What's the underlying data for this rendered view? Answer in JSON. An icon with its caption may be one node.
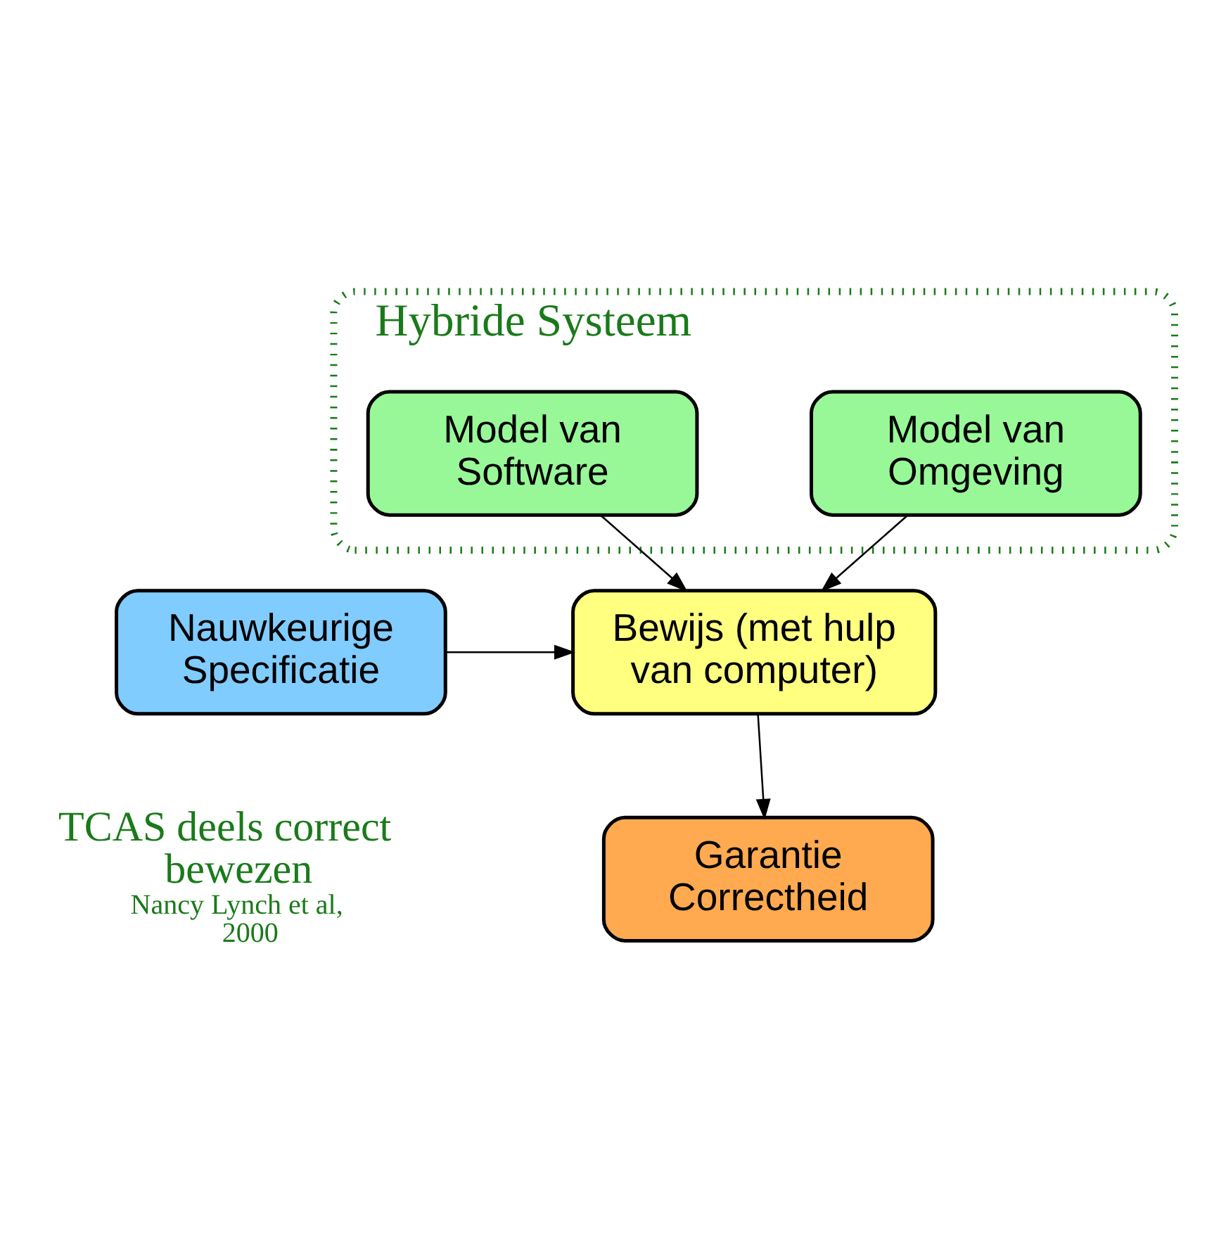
{
  "diagram": {
    "nodes": [
      {
        "text": [
          "Hybride Systeem"
        ]
      },
      {
        "text": [
          "Model van Omgeving"
        ],
        "in": 0
      },
      {
        "text": [
          "Model van Software"
        ],
        "in": 0
      },
      {
        "text": [
          "Nauwkeurige Specificatie"
        ]
      },
      {
        "text": [
          "Bewijs (met hulp van computer)"
        ]
      },
      {
        "text": [
          "Garantie Correctheid"
        ]
      }
    ],
    "edges": [
      {
        "from": 1,
        "to": 4,
        "arrow": "to"
      },
      {
        "from": 2,
        "to": 4,
        "arrow": "to"
      },
      {
        "from": 3,
        "to": 4,
        "arrow": "to"
      },
      {
        "from": 4,
        "to": 5,
        "arrow": "to"
      }
    ],
    "labels": [
      "TCAS deels correct bewezen",
      "Nancy Lynch et al, 2000"
    ]
  }
}
